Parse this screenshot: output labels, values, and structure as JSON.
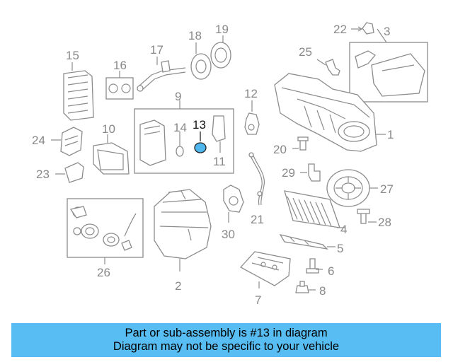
{
  "diagram": {
    "callouts": [
      "1",
      "2",
      "3",
      "4",
      "5",
      "6",
      "7",
      "8",
      "9",
      "10",
      "11",
      "12",
      "13",
      "14",
      "15",
      "16",
      "17",
      "18",
      "19",
      "20",
      "21",
      "22",
      "23",
      "24",
      "25",
      "26",
      "27",
      "28",
      "29",
      "30"
    ],
    "highlighted": "13",
    "colors": {
      "line": "#8c8c8c",
      "highlight_fill": "#4fb6ee",
      "highlight_text": "#111111"
    }
  },
  "caption": {
    "line1": "Part or sub-assembly is #13 in diagram",
    "line2": "Diagram may not be specific to your vehicle",
    "background": "#57bdf3"
  }
}
